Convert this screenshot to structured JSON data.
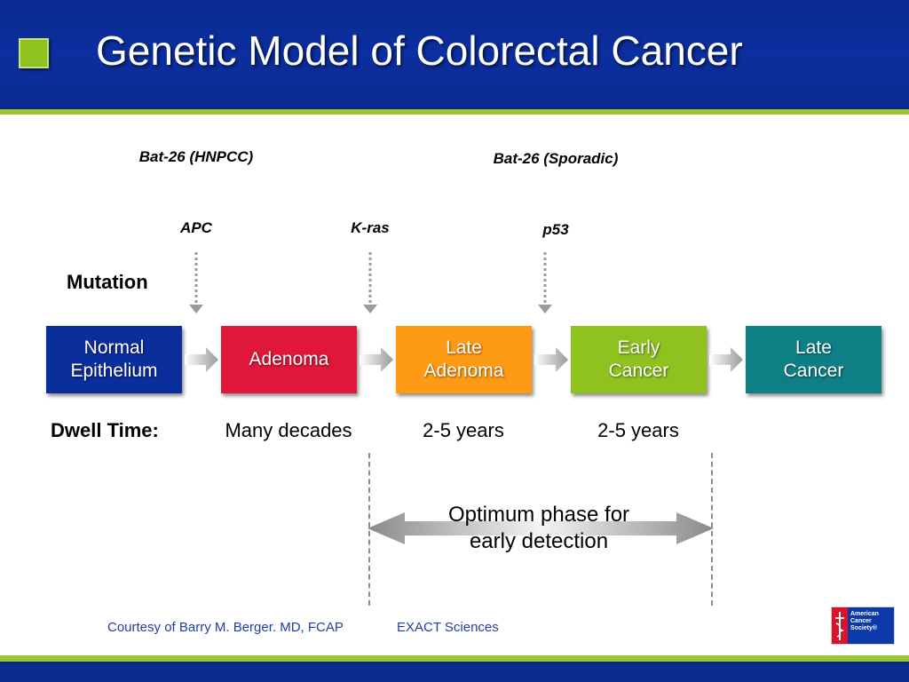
{
  "slide": {
    "title": "Genetic Model of Colorectal Cancer"
  },
  "mutations": {
    "label": "Mutation",
    "markers": [
      {
        "top": "Bat-26\n(HNPCC)",
        "gene": "APC"
      },
      {
        "top": "",
        "gene": "K-ras"
      },
      {
        "top": "Bat-26\n(Sporadic)",
        "gene": "p53"
      }
    ]
  },
  "stages": [
    {
      "label": "Normal\nEpithelium",
      "color": "#0a2e9c"
    },
    {
      "label": "Adenoma",
      "color": "#e0173a"
    },
    {
      "label": "Late\nAdenoma",
      "color": "#ff9a14"
    },
    {
      "label": "Early\nCancer",
      "color": "#8fc21f"
    },
    {
      "label": "Late\nCancer",
      "color": "#0f7f86"
    }
  ],
  "dwell": {
    "label": "Dwell Time:",
    "values": [
      "Many decades",
      "2-5 years",
      "2-5 years"
    ]
  },
  "detection": {
    "label": "Optimum phase for\nearly detection"
  },
  "footer": {
    "credit": "Courtesy of Barry M. Berger. MD, FCAP",
    "company": "EXACT Sciences",
    "logo_text": "American\nCancer\nSociety®"
  }
}
